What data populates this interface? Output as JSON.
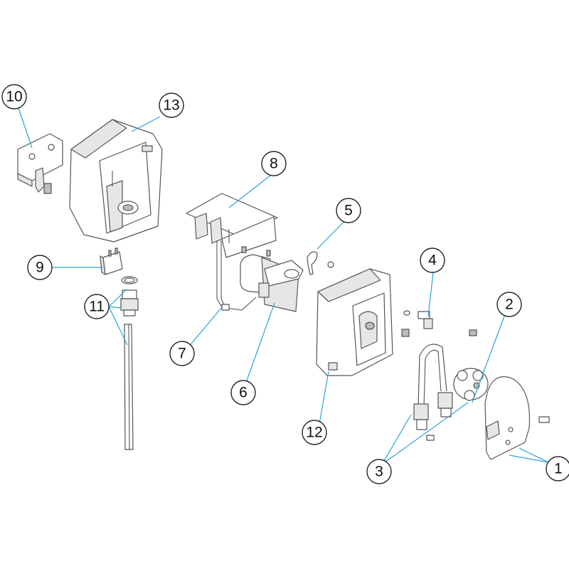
{
  "callouts": {
    "c1": "1",
    "c2": "2",
    "c3": "3",
    "c4": "4",
    "c5": "5",
    "c6": "6",
    "c7": "7",
    "c8": "8",
    "c9": "9",
    "c10": "10",
    "c11": "11",
    "c12": "12",
    "c13": "13"
  },
  "colors": {
    "leader": "#29a3d9",
    "outline": "#555555",
    "callout_border": "#222222"
  }
}
